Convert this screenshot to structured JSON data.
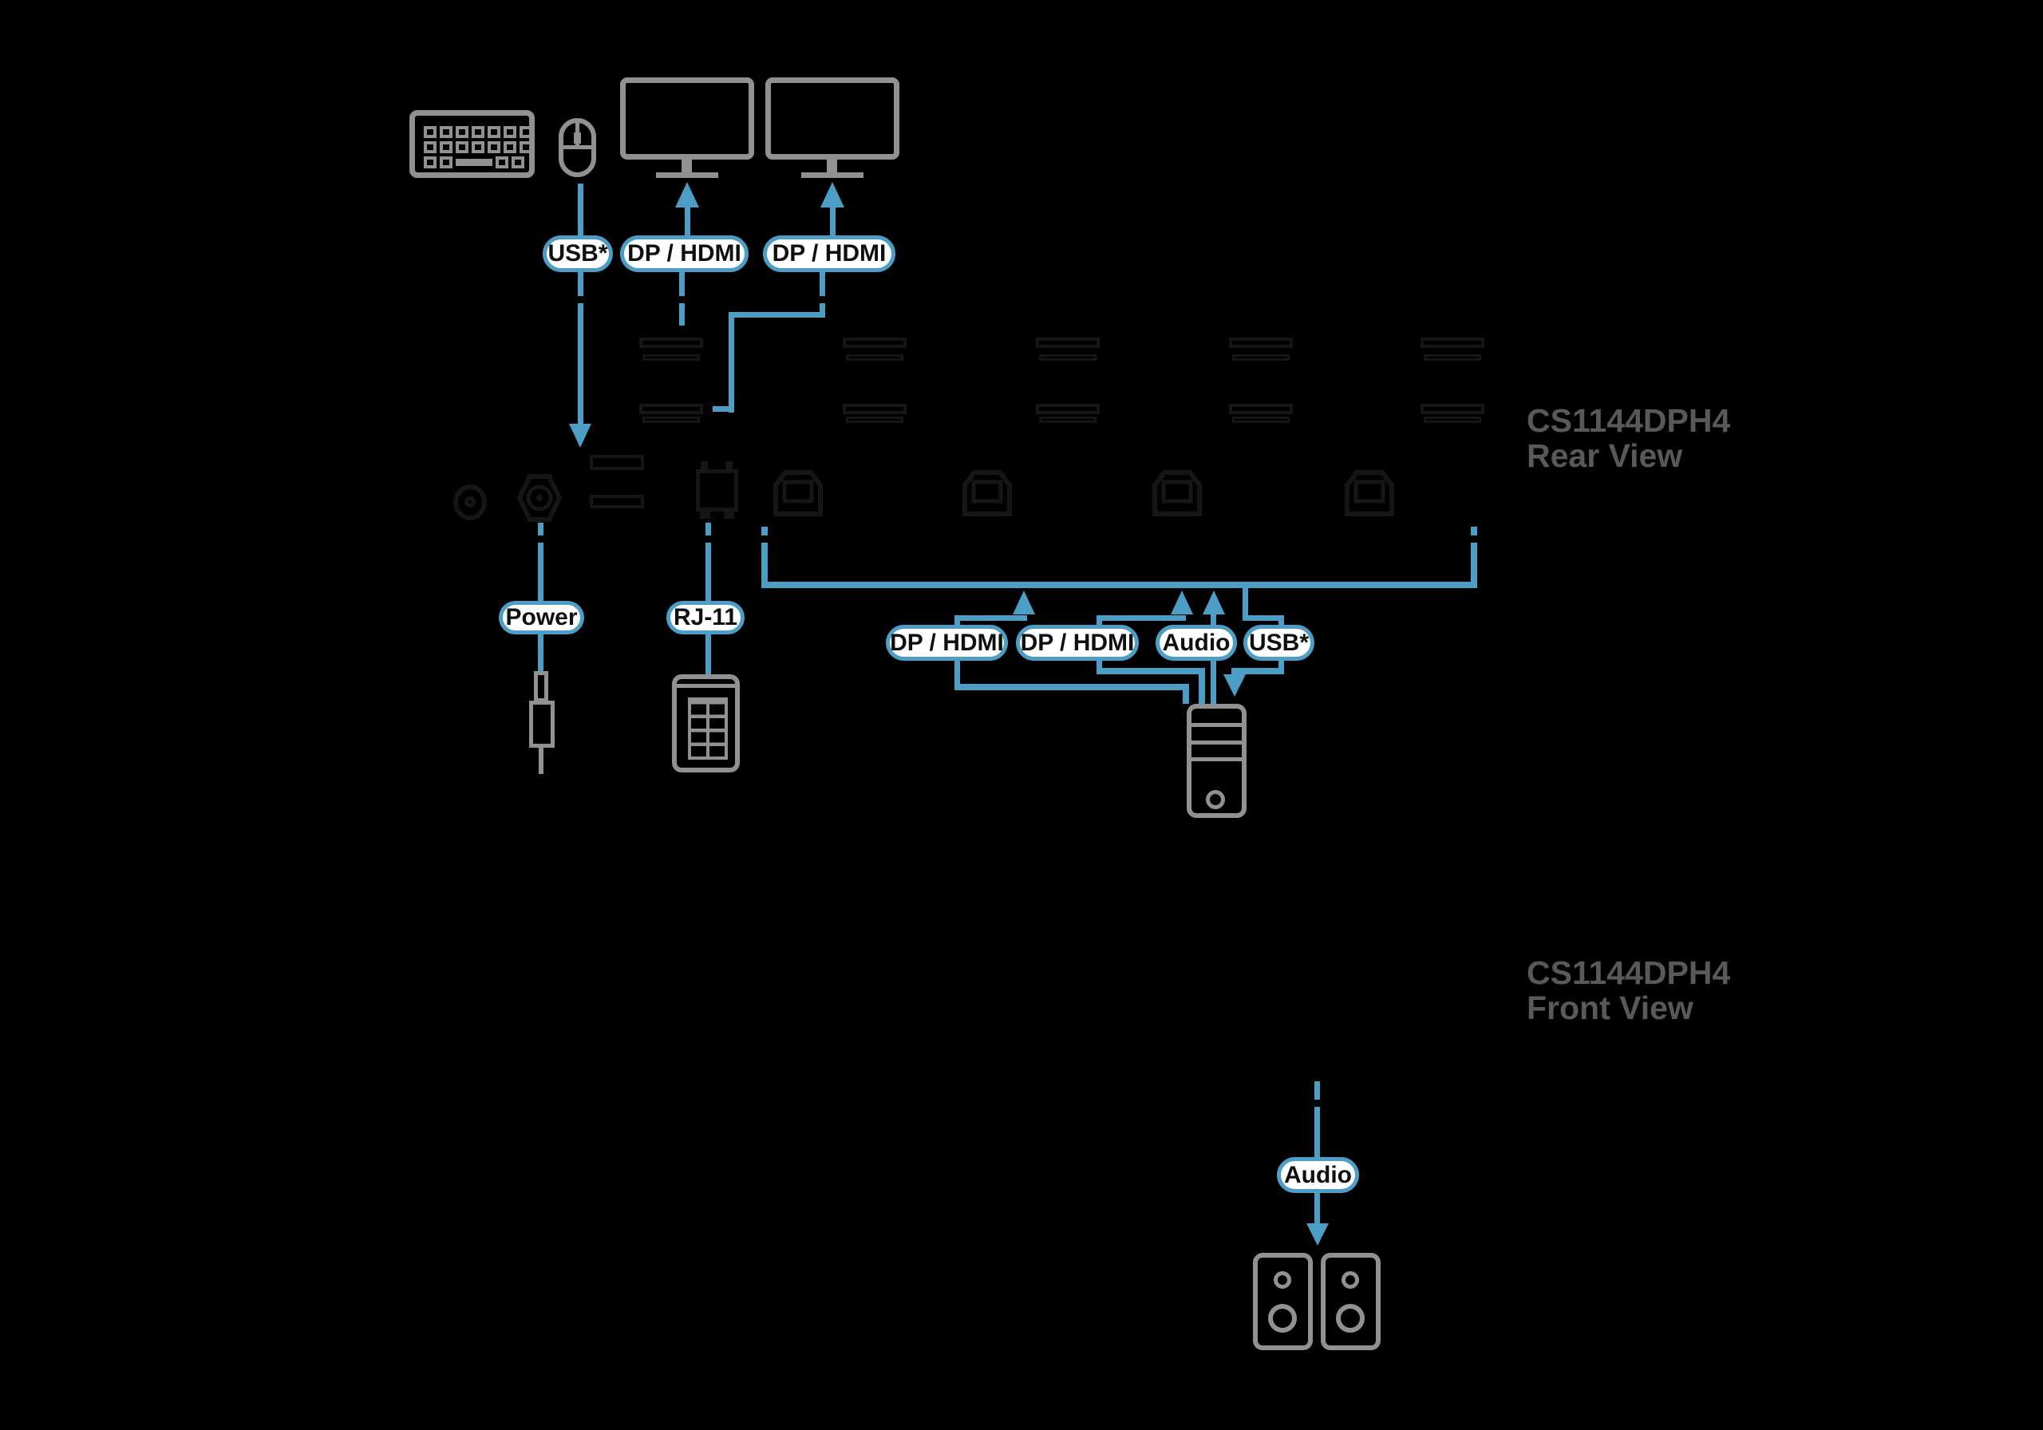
{
  "colors": {
    "accent": "#4C9EC6",
    "icon_gray": "#919191",
    "label_gray": "#595959",
    "port_dark": "#161616",
    "pill_fill": "#FFFFFF",
    "pill_text": "#0F0F0F",
    "background": "#000000"
  },
  "rear_section": {
    "model": "CS1144DPH4",
    "view": "Rear View"
  },
  "front_section": {
    "model": "CS1144DPH4",
    "view": "Front View"
  },
  "labels": {
    "console_usb": "USB*",
    "console_display1": "DP / HDMI",
    "console_display2": "DP / HDMI",
    "power": "Power",
    "rj11": "RJ-11",
    "pc_display1": "DP / HDMI",
    "pc_display2": "DP / HDMI",
    "pc_audio": "Audio",
    "pc_usb": "USB*",
    "front_audio": "Audio"
  },
  "icons": {
    "keyboard-icon": "css-shape",
    "mouse-icon": "css-shape",
    "monitor-icon": "css-shape",
    "computer-tower-icon": "css-shape",
    "speaker-icon": "css-shape",
    "power-plug-icon": "css-shape",
    "rj11-remote-icon": "css-shape",
    "audio-jack-port-icon": "css-shape",
    "dc-power-port-icon": "svg-shape",
    "usb-a-port-icon": "css-shape",
    "rj11-port-icon": "css-shape",
    "usb-b-port-icon": "svg-shape",
    "dp-hdmi-port-icon": "css-shape"
  }
}
